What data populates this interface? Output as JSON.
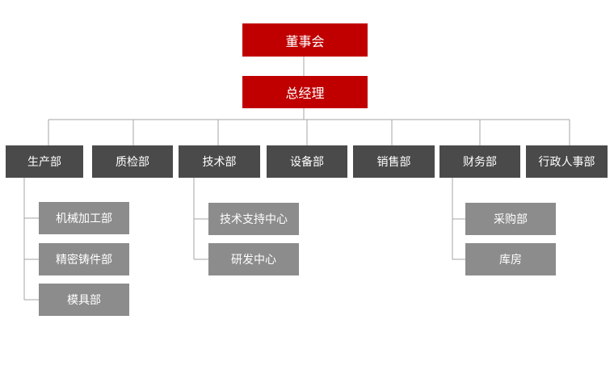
{
  "org_chart": {
    "board": "董事会",
    "general_manager": "总经理",
    "departments": [
      {
        "label": "生产部",
        "subunits": [
          "机械加工部",
          "精密铸件部",
          "模具部"
        ]
      },
      {
        "label": "质检部",
        "subunits": []
      },
      {
        "label": "技术部",
        "subunits": [
          "技术支持中心",
          "研发中心"
        ]
      },
      {
        "label": "设备部",
        "subunits": []
      },
      {
        "label": "销售部",
        "subunits": []
      },
      {
        "label": "财务部",
        "subunits": [
          "采购部",
          "库房"
        ]
      },
      {
        "label": "行政人事部",
        "subunits": []
      }
    ]
  },
  "colors": {
    "top_box": "#c00000",
    "department_box": "#4a4a4a",
    "subunit_box": "#8c8c8c",
    "connector": "#a6a6a6",
    "text": "#ffffff"
  }
}
